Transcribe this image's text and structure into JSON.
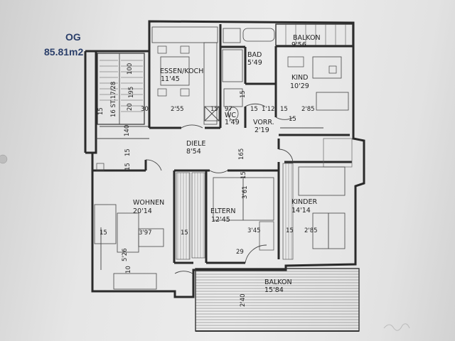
{
  "header": {
    "floor": "OG",
    "area": "85.81m2"
  },
  "rooms": {
    "essen": {
      "name": "ESSEN/KOCH",
      "area": "11'45"
    },
    "bad": {
      "name": "BAD",
      "area": "5'49"
    },
    "balkon_top": {
      "name": "BALKON",
      "area": "9'56"
    },
    "kind": {
      "name": "KIND",
      "area": "10'29"
    },
    "wc": {
      "name": "WC",
      "area": "1'49"
    },
    "vorr": {
      "name": "VORR.",
      "area": "2'19"
    },
    "diele": {
      "name": "DIELE",
      "area": "8'54"
    },
    "wohnen": {
      "name": "WOHNEN",
      "area": "20'14"
    },
    "eltern": {
      "name": "ELTERN",
      "area": "12'45"
    },
    "kinder": {
      "name": "KINDER",
      "area": "14'14"
    },
    "balkon_bottom": {
      "name": "BALKON",
      "area": "15'84"
    }
  },
  "dimensions": {
    "stair": "16 ST.17/28",
    "d100": "100",
    "d195": "195",
    "d15_a": "15",
    "d20": "20",
    "d30": "30",
    "d140": "140",
    "d255": "2'55",
    "d15_b": "15",
    "d97": "97",
    "d15_c": "15",
    "d112": "1'12",
    "d15_d": "15",
    "d285_top": "2'85",
    "d15_e": "15",
    "d165": "165",
    "d15_f": "15",
    "d361": "3'61",
    "d15_g": "15",
    "d15_h": "15",
    "d397": "3'97",
    "d15_i": "15",
    "d345": "3'45",
    "d15_j": "15",
    "d285_bottom": "2'85",
    "d526": "5'26",
    "d29": "29",
    "d240": "2'40",
    "d15_k": "15",
    "d10": "10",
    "d15_l": "15"
  }
}
